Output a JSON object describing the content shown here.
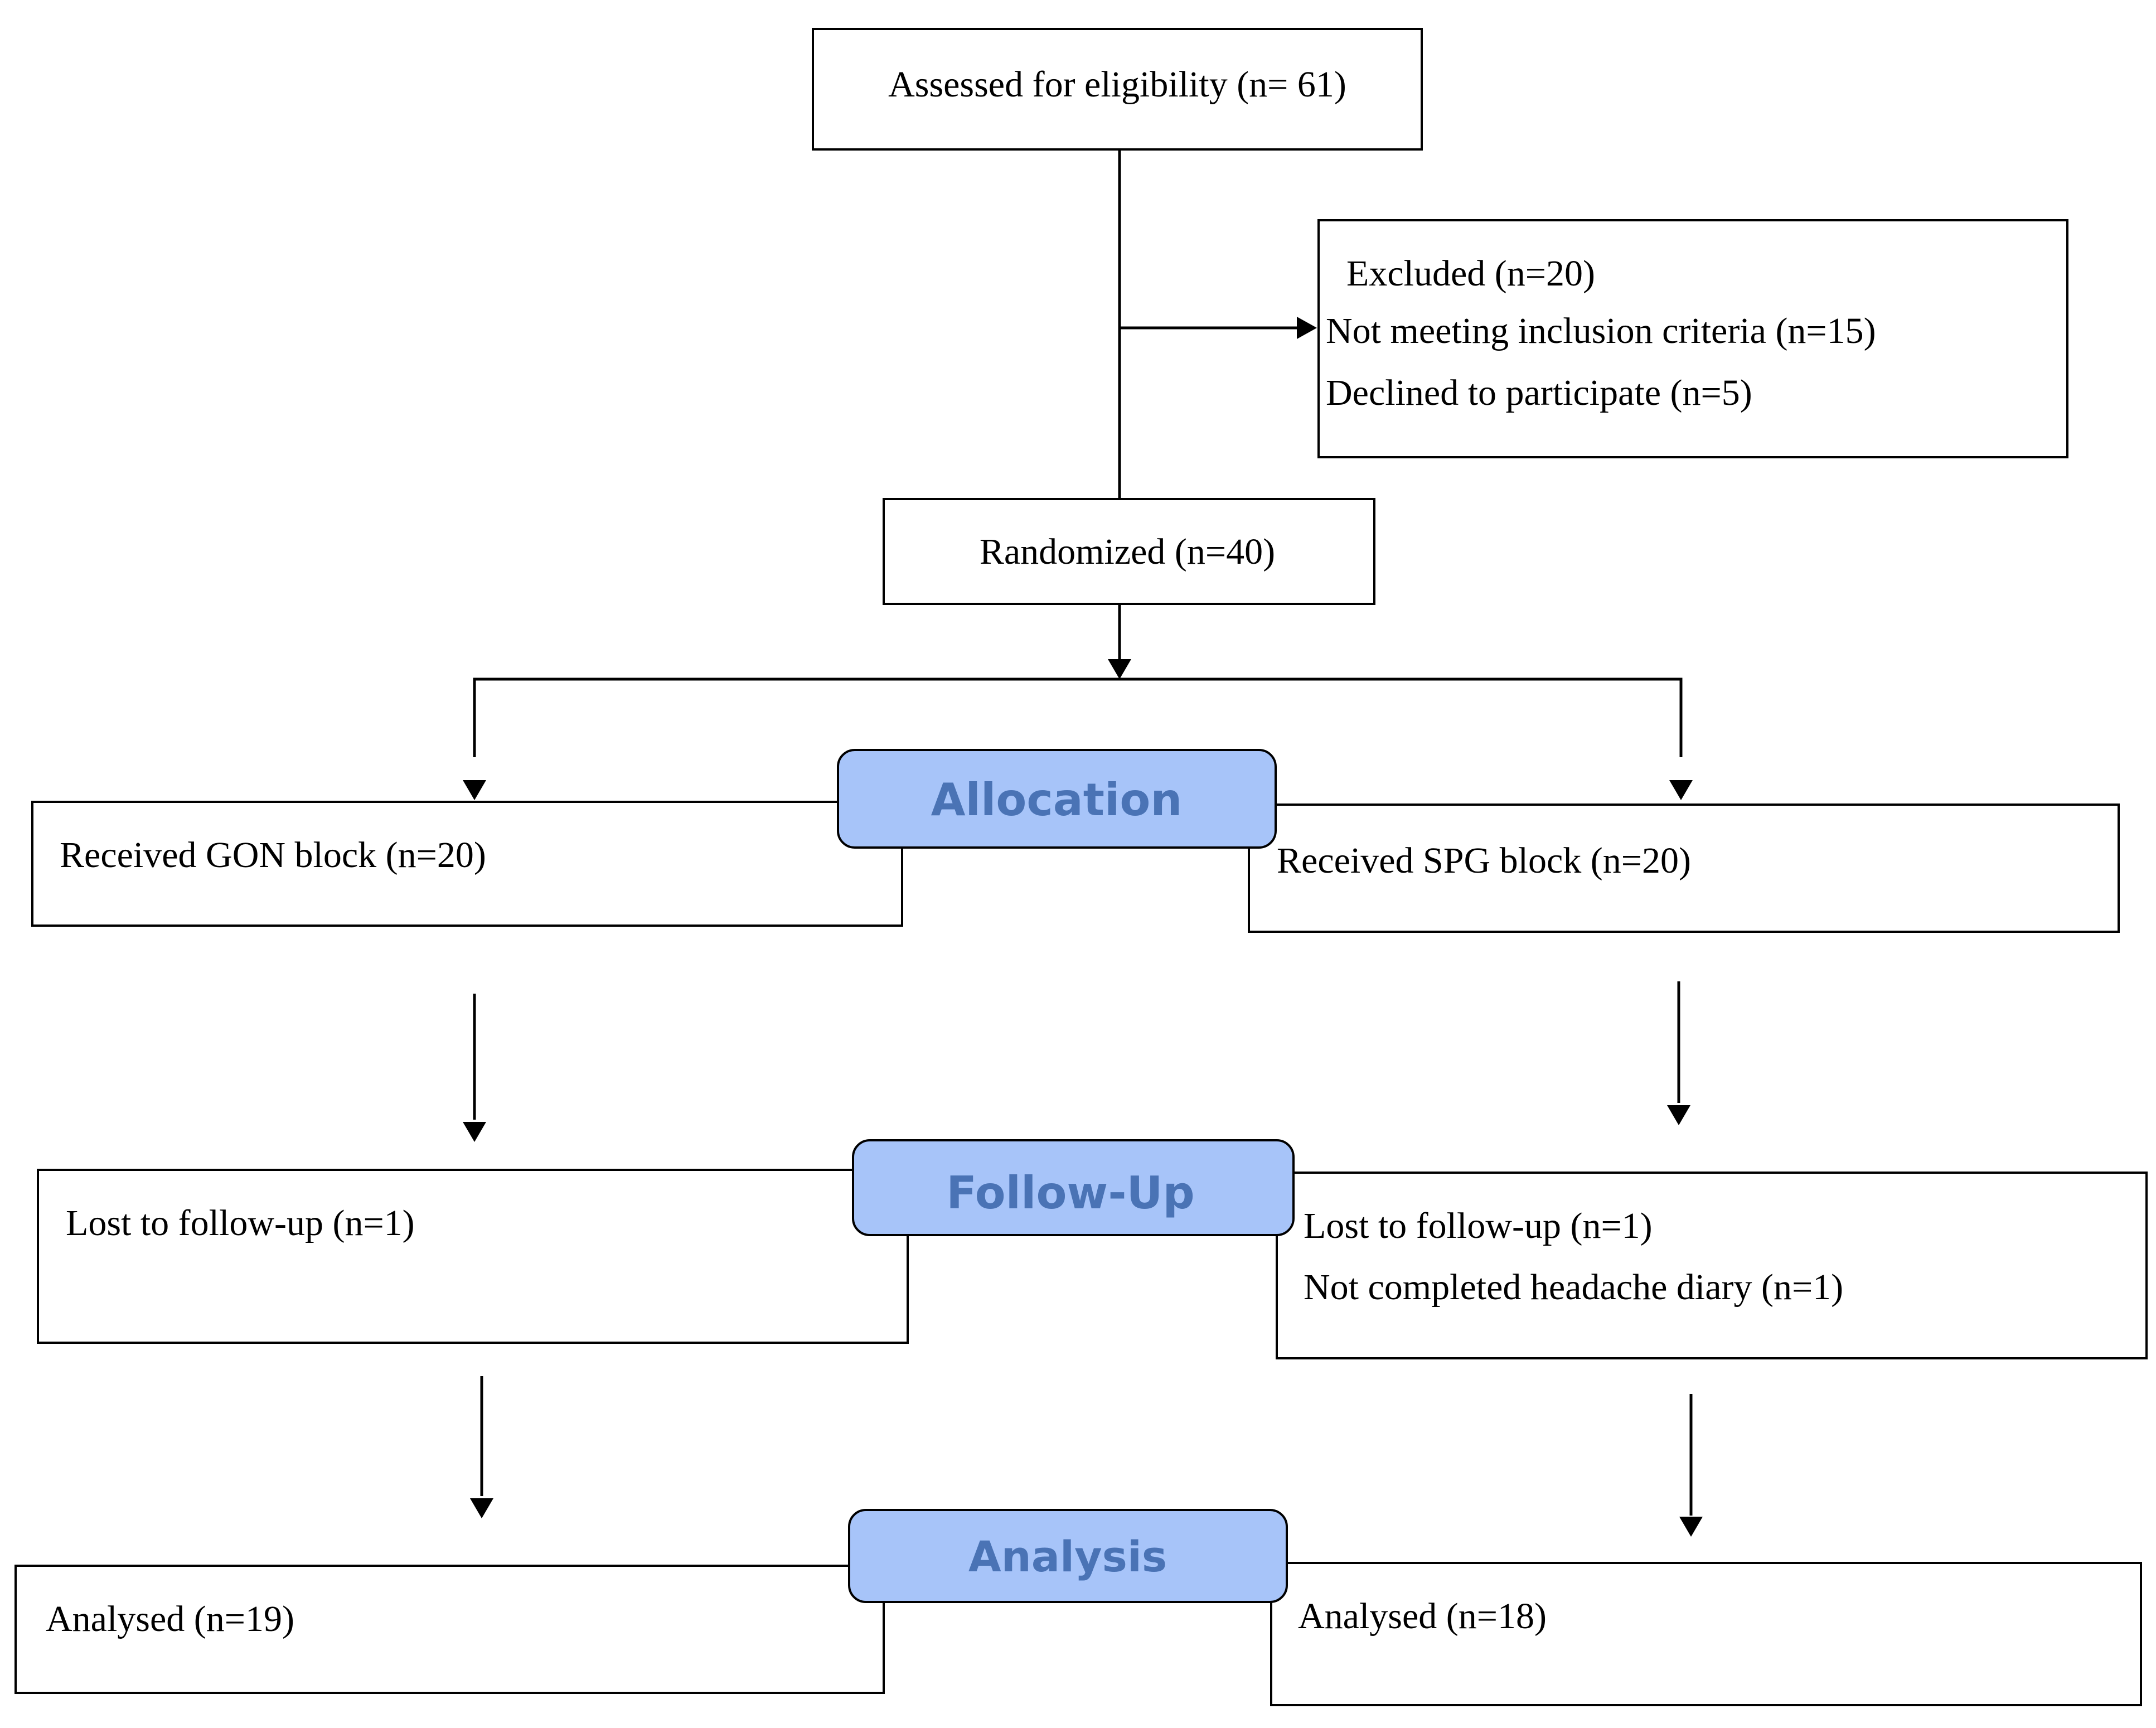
{
  "colors": {
    "line": "#000000",
    "box_fill": "#ffffff",
    "stage_fill": "#a7c4f9",
    "stage_stroke": "#000000",
    "stage_text": "#4a73b5"
  },
  "enrollment": {
    "assessed": "Assessed for eligibility (n= 61)",
    "excluded_title": "Excluded (n=20)",
    "excluded_reason_1": "Not meeting inclusion criteria (n=15)",
    "excluded_reason_2": "Declined to participate (n=5)",
    "randomized": "Randomized (n=40)"
  },
  "stages": {
    "allocation": "Allocation",
    "follow_up": "Follow-Up",
    "analysis": "Analysis"
  },
  "gon_arm": {
    "allocation": "Received GON block (n=20)",
    "follow_up": "Lost to follow-up (n=1)",
    "analysis": "Analysed  (n=19)"
  },
  "spg_arm": {
    "allocation": "Received SPG block (n=20)",
    "follow_up_1": "Lost to follow-up (n=1)",
    "follow_up_2": "Not completed headache diary (n=1)",
    "analysis": "Analysed  (n=18)"
  }
}
